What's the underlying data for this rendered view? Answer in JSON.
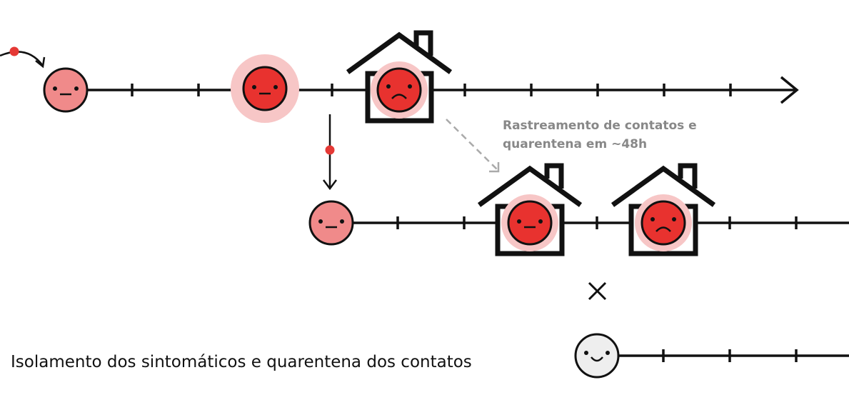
{
  "annotation": {
    "line1": "Rastreamento de contatos e",
    "line2": "quarentena em ~48h"
  },
  "caption": "Isolamento dos sintomáticos e quarentena dos contatos",
  "cross_symbol": "×",
  "colors": {
    "line": "#111111",
    "mild_face": "#f08a8a",
    "sick_face": "#e8322f",
    "glow": "#f7c6c6",
    "healthy_face": "#eeeeee",
    "virus_dot": "#e53935",
    "dashed_arrow": "#aaaaaa",
    "annotation_text": "#888888",
    "caption_text": "#111111"
  },
  "icons": [
    "neutral-face-icon",
    "sad-face-icon",
    "happy-face-icon",
    "house-icon",
    "virus-dot-icon",
    "cross-icon"
  ]
}
